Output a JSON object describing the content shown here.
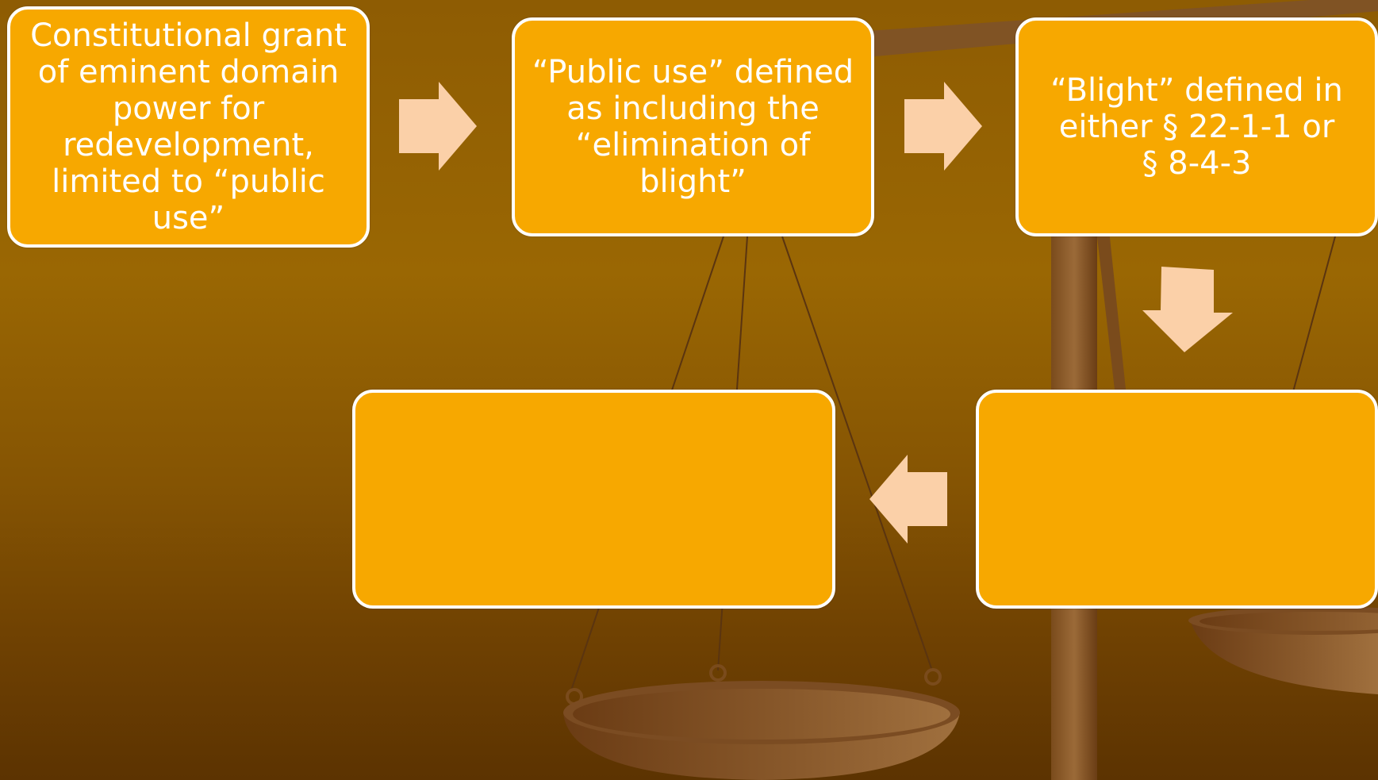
{
  "diagram": {
    "boxes": [
      {
        "id": "box1",
        "text": "Constitutional grant\nof eminent domain\npower for\nredevelopment,\nlimited to “public\nuse”"
      },
      {
        "id": "box2",
        "text": "“Public use” defined\nas including the\n“elimination of blight”"
      },
      {
        "id": "box3",
        "text": "“Blight” defined in\neither  § 22-1-1 or\n§ 8-4-3"
      },
      {
        "id": "box4",
        "text": ""
      },
      {
        "id": "box5",
        "text": ""
      }
    ],
    "arrows": [
      {
        "from": "box1",
        "to": "box2",
        "direction": "right"
      },
      {
        "from": "box2",
        "to": "box3",
        "direction": "right"
      },
      {
        "from": "box3",
        "to": "box4",
        "direction": "down"
      },
      {
        "from": "box4",
        "to": "box5",
        "direction": "left"
      }
    ]
  },
  "colors": {
    "box_fill": "#f7a800",
    "box_border": "#ffffff",
    "arrow_fill": "#fbd0a8",
    "background_top": "#8e5c03",
    "background_bottom": "#5c3301"
  }
}
